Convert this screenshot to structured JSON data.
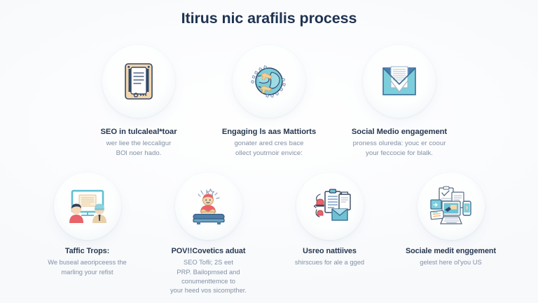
{
  "header": {
    "title": "Itirus nic arafilis process"
  },
  "theme": {
    "background": "#fbfcfd",
    "title_color": "#1f3350",
    "card_title_color": "#27374f",
    "card_body_color": "#8290a4",
    "disc_background": "#f6f9fb",
    "accent_teal": "#7dced c",
    "accent_teal_solid": "#79ccd9",
    "accent_blue": "#4a7fb5",
    "accent_navy": "#2f4a6b",
    "accent_tan": "#f2d2a0",
    "accent_coral": "#e8646a",
    "accent_gray": "#c9d4dd"
  },
  "rows": [
    {
      "name": "top-row",
      "cards": [
        {
          "icon": "tablet-document-icon",
          "title": "SEO in tulcaleal*toar",
          "body_lines": [
            "wer liee the leccaligur",
            "BOl noer hado."
          ]
        },
        {
          "icon": "globe-airplane-icon",
          "title": "Engaging ls aas Mattiorts",
          "body_lines": [
            "gonater ared cres bace",
            "ollect youtrnoir envice:"
          ]
        },
        {
          "icon": "envelope-letter-icon",
          "title": "Social Medio engagement",
          "body_lines": [
            "proness olureda: youc er coour",
            "your feccocie for blalk."
          ]
        }
      ]
    },
    {
      "name": "bottom-row",
      "cards": [
        {
          "icon": "presentation-people-icon",
          "title": "Taffic Trops:",
          "body_lines": [
            "We buseal aeoripceess the",
            "marling your refist"
          ]
        },
        {
          "icon": "person-reading-desk-icon",
          "title": "POV!!Covetics aduat",
          "body_lines": [
            "SEO Tofli; 2S eet",
            "PRP. Bailopmsed and",
            "conumenttemce to",
            "your heed vos sicompther."
          ]
        },
        {
          "icon": "clipboard-envelope-icon",
          "title": "Usreo nattiives",
          "body_lines": [
            "shirscues for ale a gged"
          ]
        },
        {
          "icon": "workspace-desktop-icon",
          "title": "Sociale medit enggement",
          "body_lines": [
            "gelest here ol'you US"
          ]
        }
      ]
    }
  ]
}
